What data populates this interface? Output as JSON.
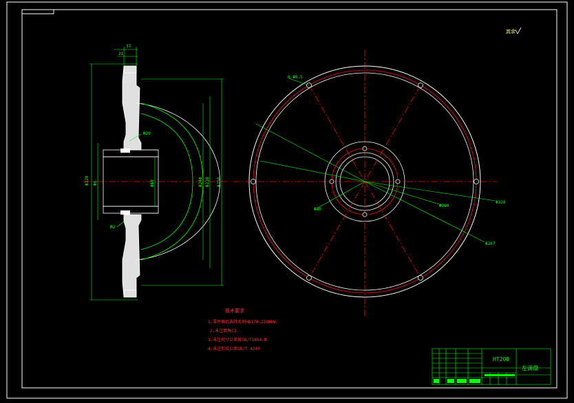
{
  "sheet": {
    "background": "#000000",
    "border_color": "#ffffff",
    "tag_label": ""
  },
  "colors": {
    "outline": "#ffffff",
    "dimension": "#00ff00",
    "centerline": "#ff0000",
    "section_fill": "#d9d9d9",
    "notes": "#ff3030",
    "title_block": "#00ff00",
    "surface_mark": "#ffff66"
  },
  "surface_finish": {
    "label": "其余"
  },
  "side_view": {
    "top_dims": [
      "37",
      "21"
    ],
    "left_dims": [
      "Φ320",
      "Φ6"
    ],
    "right_dims": [
      "Φ240",
      "Φ210",
      "Φ250"
    ],
    "inner_dim": "Φ60",
    "radius_1": "R20",
    "radius_2": "R2"
  },
  "front_view": {
    "hole_callout": "6-Φ8.5",
    "dim_center": "Φ80",
    "dim_pcd": "Φ290",
    "dim_outer": "Φ328",
    "dim_inner_circle": "Φ267"
  },
  "notes": {
    "heading": "技术要求",
    "items": [
      "1.零件铸后去除毛刺HB170-220HBW。",
      "2.未注倒角C2.",
      "3.未注尺寸公差按GB/T1804-M",
      "4.未注形位公差GB/T 4249"
    ]
  },
  "title_block": {
    "material": "HT200",
    "part_name": "左调盘"
  }
}
